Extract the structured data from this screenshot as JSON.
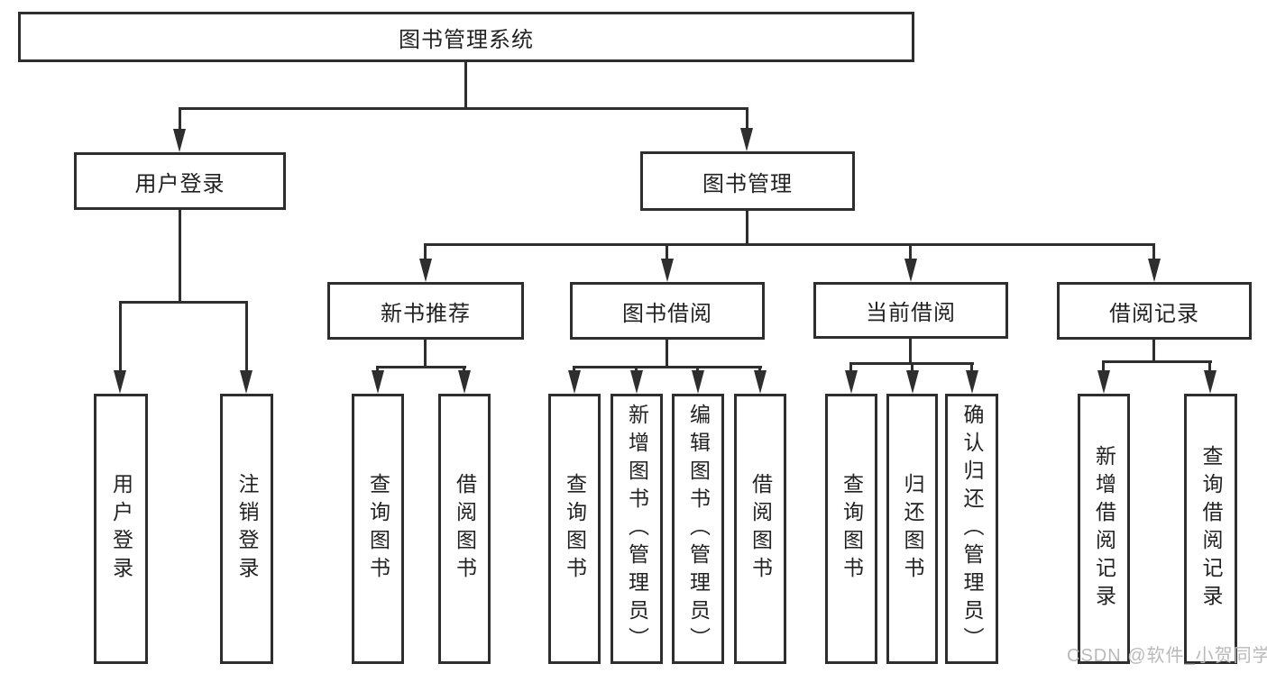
{
  "nodes": {
    "root": "图书管理系统",
    "l2": {
      "userLogin": "用户登录",
      "bookMgmt": "图书管理"
    },
    "l3": {
      "newBooks": "新书推荐",
      "bookBorrow": "图书借阅",
      "currentBorrow": "当前借阅",
      "borrowRecords": "借阅记录"
    },
    "leaves": {
      "userLogin": "用户登录",
      "logout": "注销登录",
      "nbQuery": "查询图书",
      "nbBorrow": "借阅图书",
      "bbQuery": "查询图书",
      "bbAdd": "新增图书（管理员）",
      "bbEdit": "编辑图书（管理员）",
      "bbBorrow": "借阅图书",
      "cbQuery": "查询图书",
      "cbReturn": "归还图书",
      "cbConfirm": "确认归还（管理员）",
      "brAdd": "新增借阅记录",
      "brQuery": "查询借阅记录"
    }
  },
  "watermark": "CSDN @软件_小贺同学",
  "colors": {
    "line": "#2e2e2e",
    "text": "#222222",
    "watermark": "#b9b9b9",
    "background": "#ffffff"
  }
}
